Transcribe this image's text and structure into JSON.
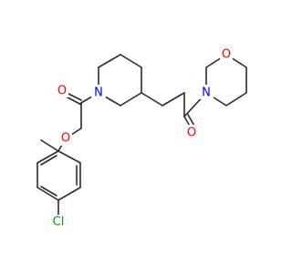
{
  "molecule": {
    "atoms": {
      "o_piperidine_carbonyl": "O",
      "n_piperidine": "N",
      "o_ether": "O",
      "n_morpholine": "N",
      "o_morpholine": "O",
      "o_amide": "O",
      "cl": "Cl"
    },
    "colors": {
      "bond": "#2b2b2b",
      "oxygen": "#ff0000",
      "nitrogen": "#0000ff",
      "chlorine": "#00a000",
      "background": "#ffffff"
    }
  }
}
